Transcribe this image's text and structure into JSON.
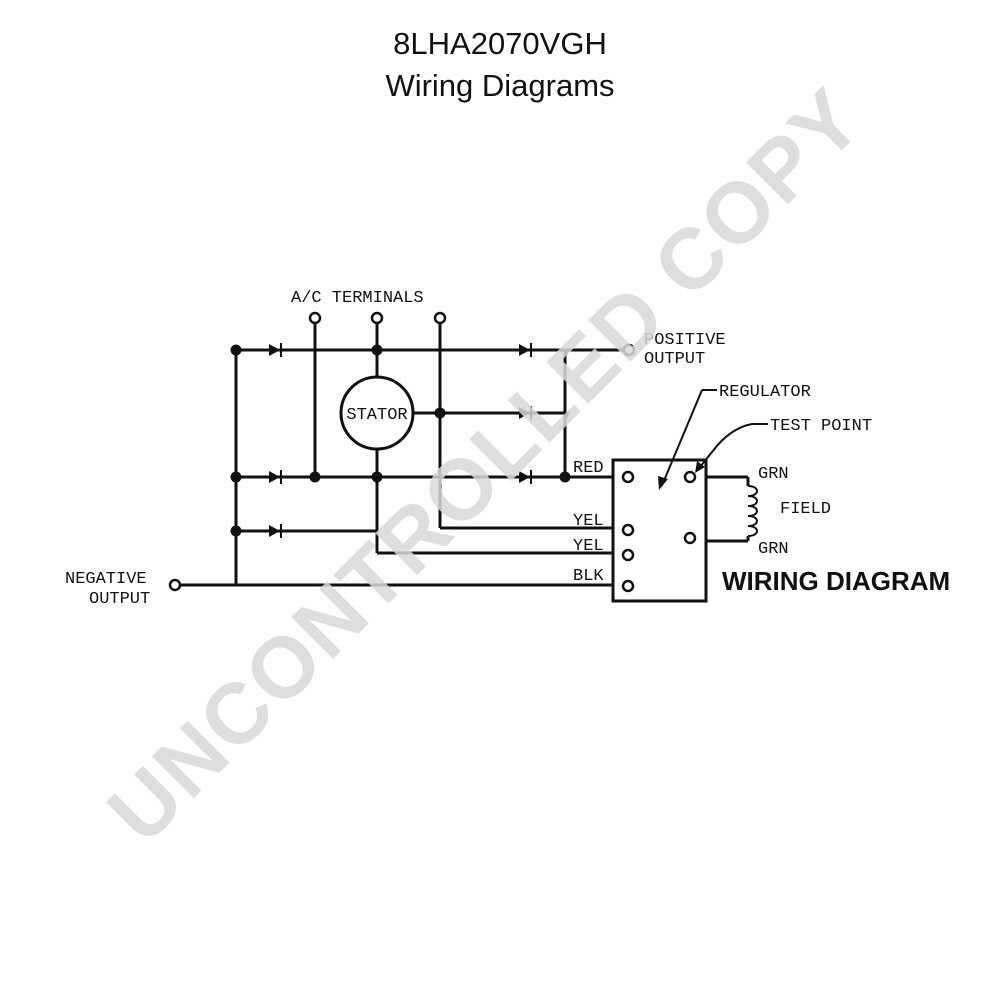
{
  "title": {
    "line1": "8LHA2070VGH",
    "line2": "Wiring Diagrams"
  },
  "labels": {
    "ac_terminals": "A/C TERMINALS",
    "positive_output_1": "POSITIVE",
    "positive_output_2": "OUTPUT",
    "stator": "STATOR",
    "regulator": "REGULATOR",
    "test_point": "TEST POINT",
    "red": "RED",
    "yel1": "YEL",
    "yel2": "YEL",
    "blk": "BLK",
    "grn_top": "GRN",
    "grn_bottom": "GRN",
    "field": "FIELD",
    "negative_output_1": "NEGATIVE",
    "negative_output_2": "OUTPUT",
    "wiring_diagram": "WIRING DIAGRAM"
  },
  "watermark": "UNCONTROLLED COPY"
}
